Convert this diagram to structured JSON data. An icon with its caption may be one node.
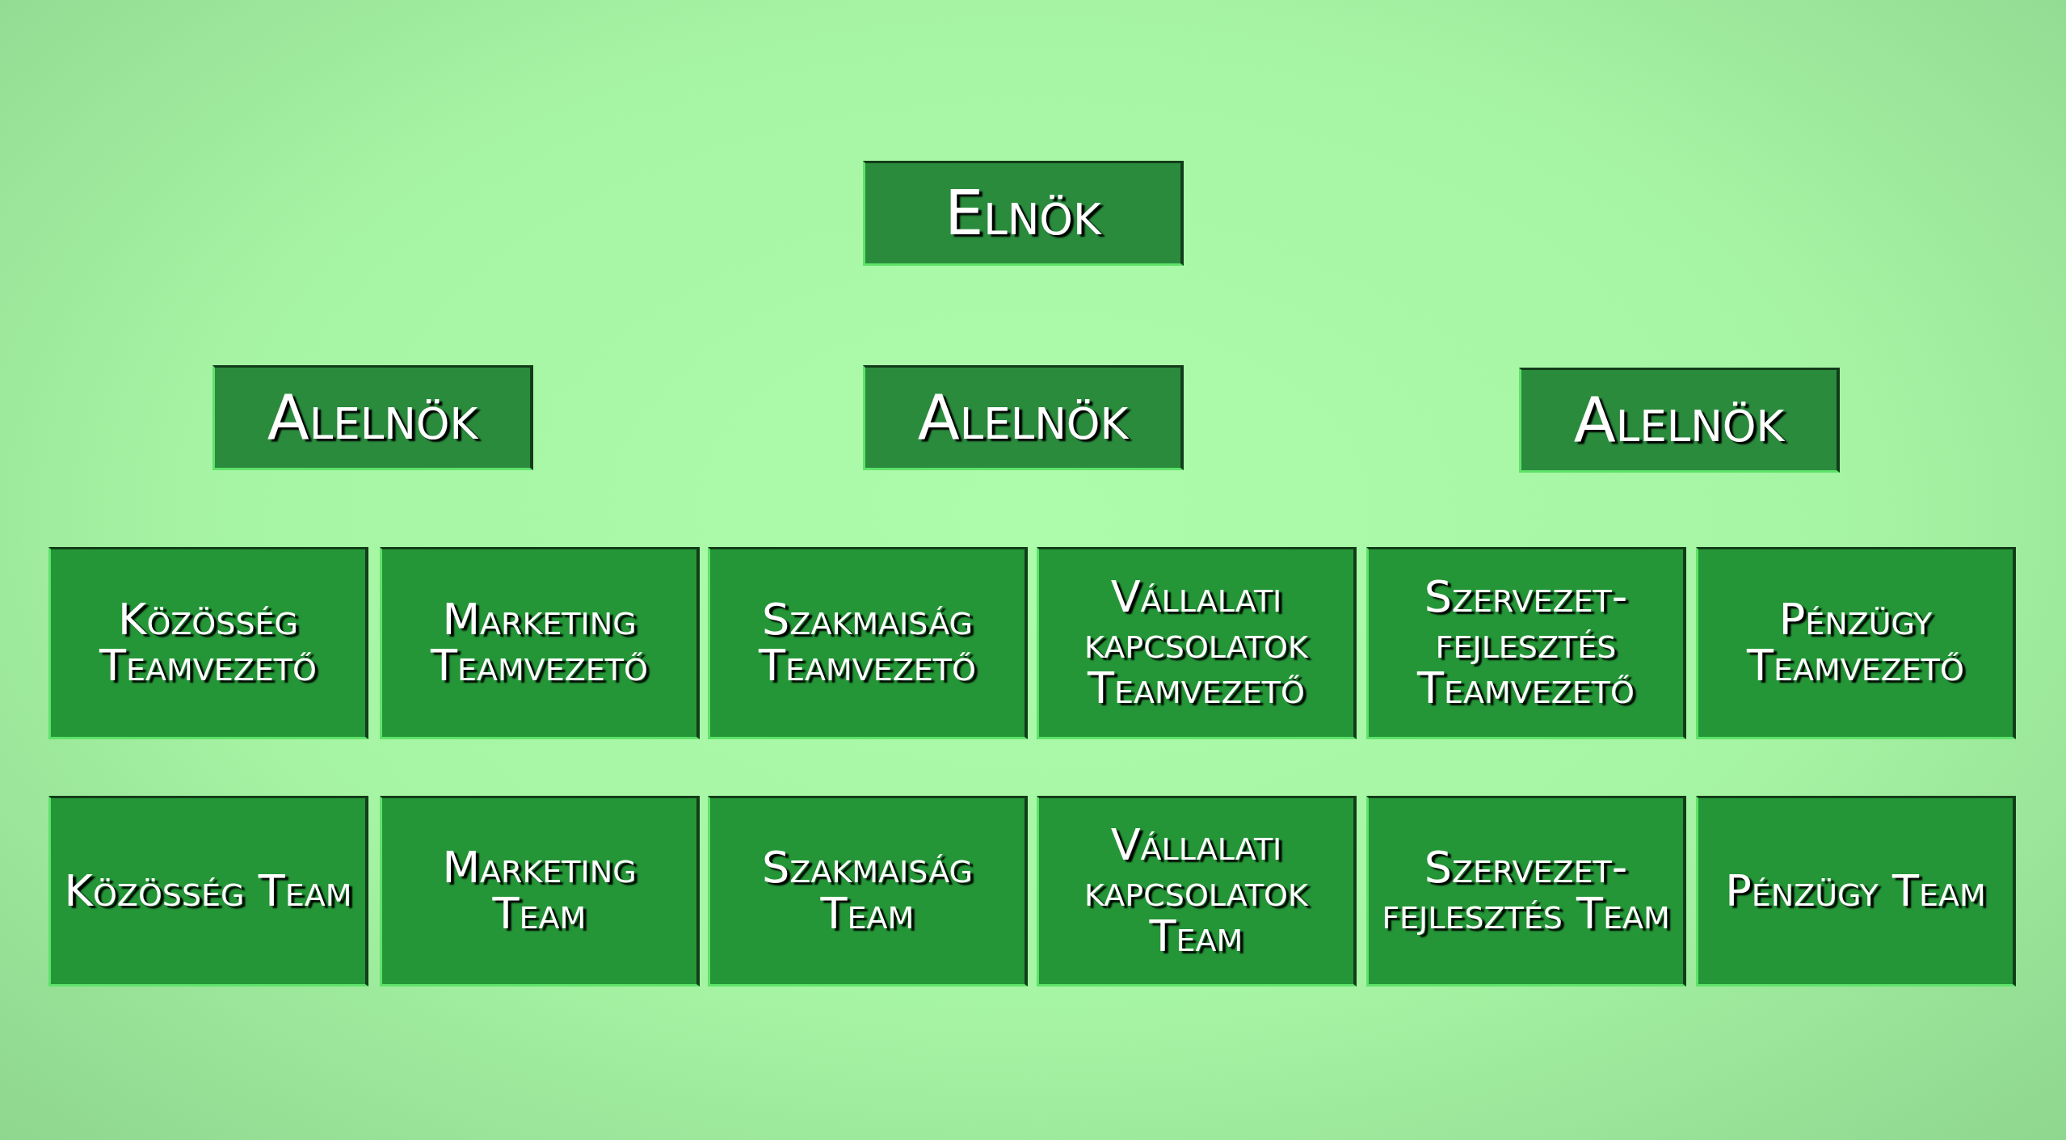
{
  "diagram": {
    "nodes": [
      {
        "text": [
          "Elnök"
        ]
      },
      {
        "text": [
          "Alelnök"
        ]
      },
      {
        "text": [
          "Alelnök"
        ]
      },
      {
        "text": [
          "Alelnök"
        ]
      },
      {
        "text": [
          "Közösség Teamvezető"
        ]
      },
      {
        "text": [
          "Marketing Teamvezető"
        ]
      },
      {
        "text": [
          "Szakmaiság Teamvezető"
        ]
      },
      {
        "text": [
          "Vállalati kapcsolatok Teamvezető"
        ]
      },
      {
        "text": [
          "Szervezet-fejlesztés Teamvezető"
        ]
      },
      {
        "text": [
          "Pénzügy Teamvezető"
        ]
      },
      {
        "text": [
          "Közösség Team"
        ]
      },
      {
        "text": [
          "Marketing Team"
        ]
      },
      {
        "text": [
          "Szakmaiság Team"
        ]
      },
      {
        "text": [
          "Vállalati kapcsolatok Team"
        ]
      },
      {
        "text": [
          "Szervezet-fejlesztés Team"
        ]
      },
      {
        "text": [
          "Pénzügy Team"
        ]
      }
    ]
  }
}
